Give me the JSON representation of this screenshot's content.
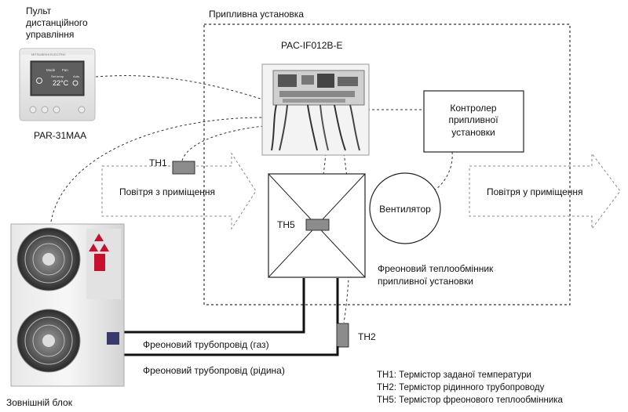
{
  "remote": {
    "caption_line1": "Пульт",
    "caption_line2": "дистанційного",
    "caption_line3": "управління",
    "model": "PAR-31MAA",
    "brand": "MITSUBISHI ELECTRIC",
    "screen_mode": "Mode",
    "screen_fan": "Fan",
    "screen_set_temp": "Set temp",
    "screen_auto": "Auto",
    "screen_temp": "22°C"
  },
  "air_unit": {
    "title": "Припливна установка",
    "board_model": "PAC-IF012B-E"
  },
  "controller": {
    "line1": "Контролер",
    "line2": "припливної",
    "line3": "установки"
  },
  "fan": {
    "label": "Вентилятор"
  },
  "air_in": {
    "label": "Повітря з приміщення"
  },
  "air_out": {
    "label": "Повітря у приміщення"
  },
  "exchanger": {
    "line1": "Фреоновий теплообмінник",
    "line2": "припливної установки"
  },
  "sensors": {
    "th1": "TH1",
    "th2": "TH2",
    "th5": "TH5"
  },
  "pipes": {
    "gas": "Фреоновий трубопровід (газ)",
    "liquid": "Фреоновий трубопровід (рідина)"
  },
  "outdoor": {
    "label": "Зовнішній блок"
  },
  "legend": {
    "th1": "TH1: Термістор заданої температури",
    "th2": "TH2: Термістор рідинного трубопроводу",
    "th5": "TH5: Термістор фреонового теплообмінника"
  }
}
